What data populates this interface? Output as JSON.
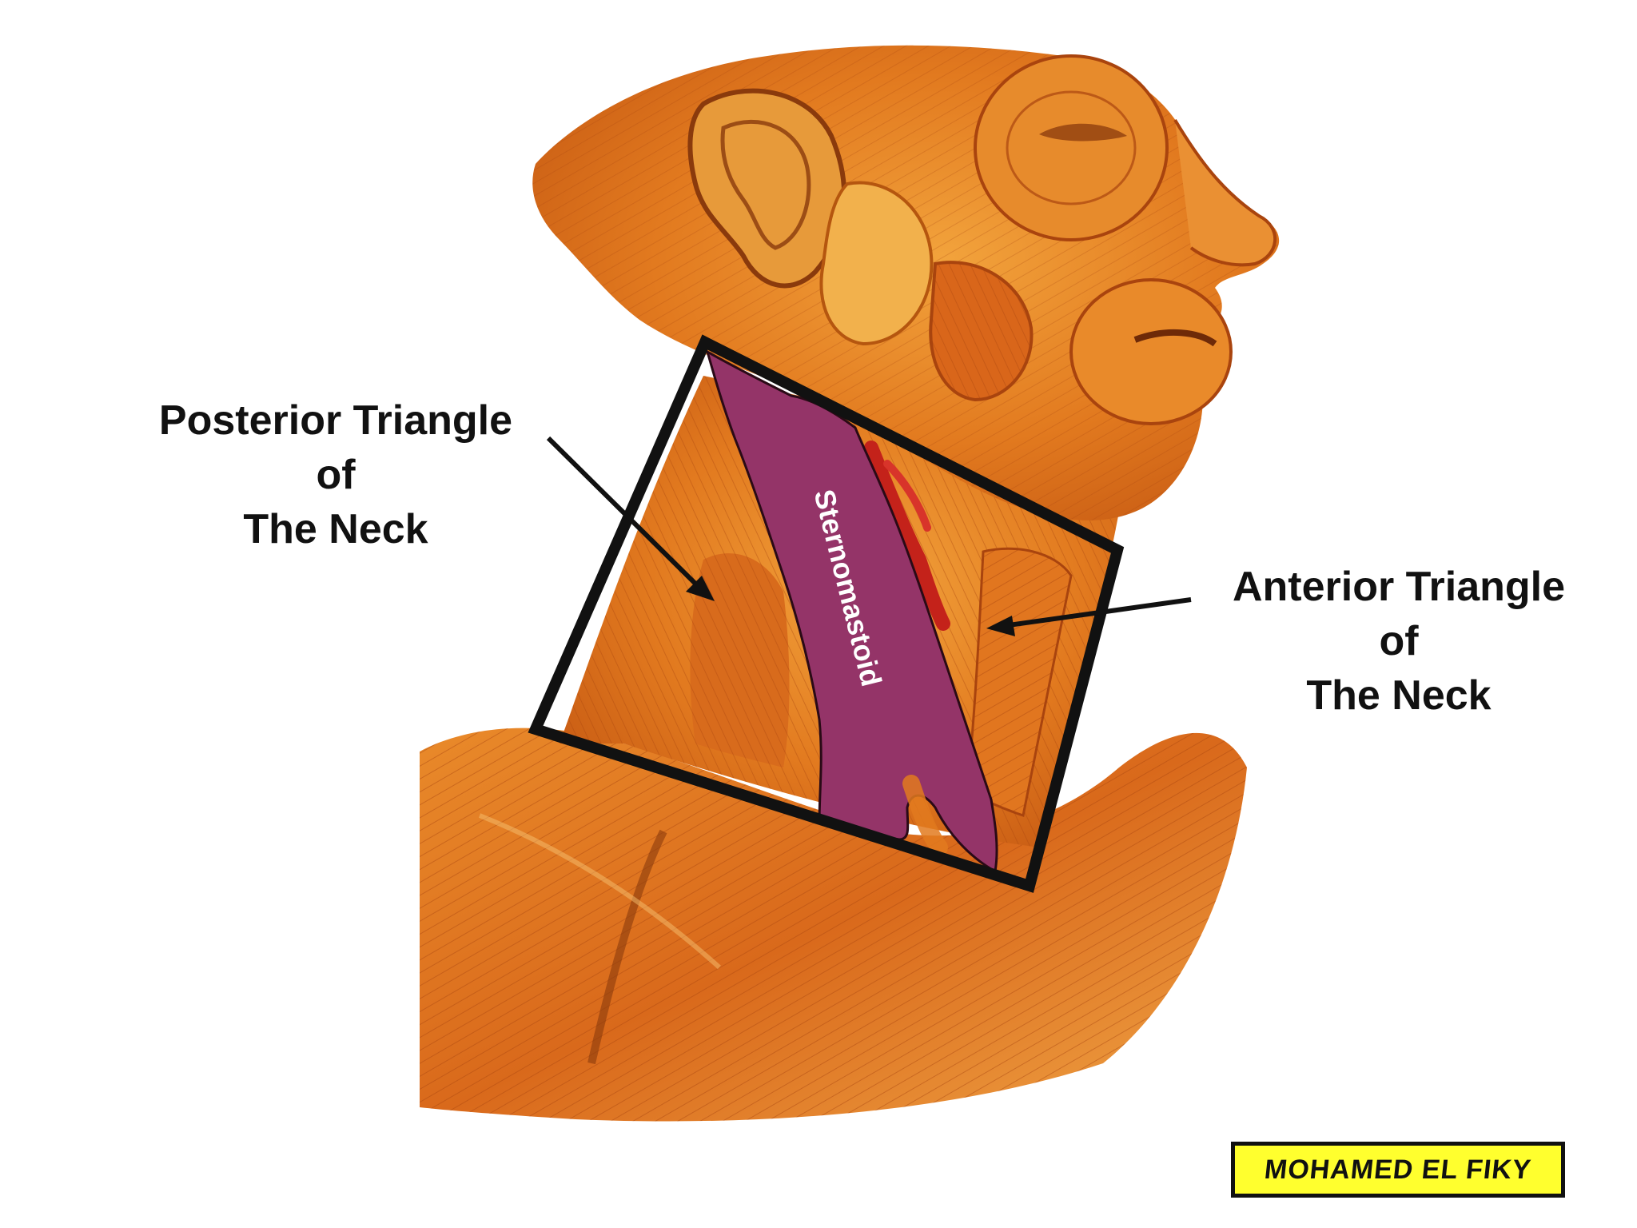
{
  "labels": {
    "posterior": [
      "Posterior Triangle",
      "of",
      "The Neck"
    ],
    "anterior": [
      "Anterior Triangle",
      "of",
      "The Neck"
    ],
    "muscle": "Sternomastoid"
  },
  "signature": "MOHAMED EL FIKY",
  "colors": {
    "background": "#ffffff",
    "muscle_base": "#e0751e",
    "muscle_dark": "#b84a10",
    "muscle_light": "#f4a441",
    "sternomastoid_fill": "#943468",
    "frame": "#111111",
    "artery": "#c4221a",
    "signature_bg": "#ffff2e"
  }
}
